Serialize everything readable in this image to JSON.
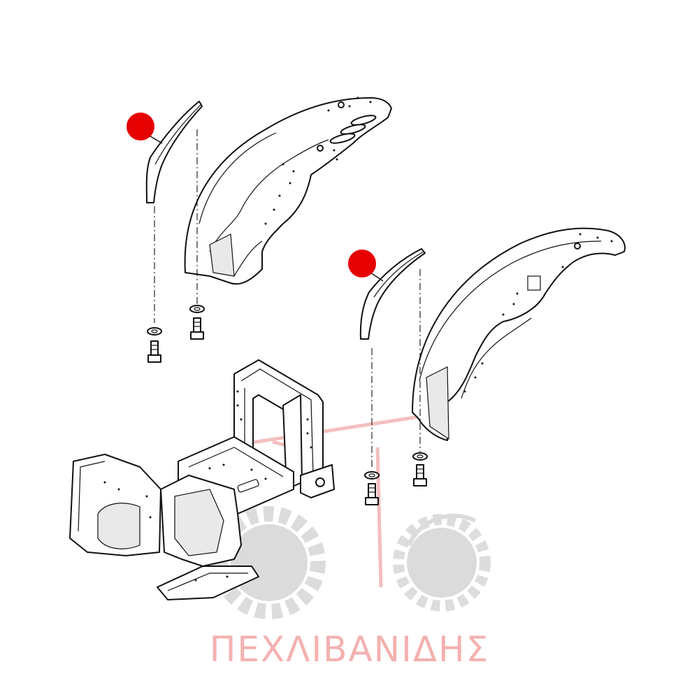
{
  "watermark": {
    "text": "ΠΕΧΛΙΒΑΝΙΔΗΣ",
    "color": "#f3b1b0",
    "gear_color": "#dcdcdc"
  },
  "callouts": {
    "color": "#e60000",
    "count": 2
  },
  "parts": [
    "fender-left",
    "fender-right",
    "fender-trim-left",
    "fender-trim-right",
    "tractor-frame",
    "bolts",
    "washers"
  ]
}
